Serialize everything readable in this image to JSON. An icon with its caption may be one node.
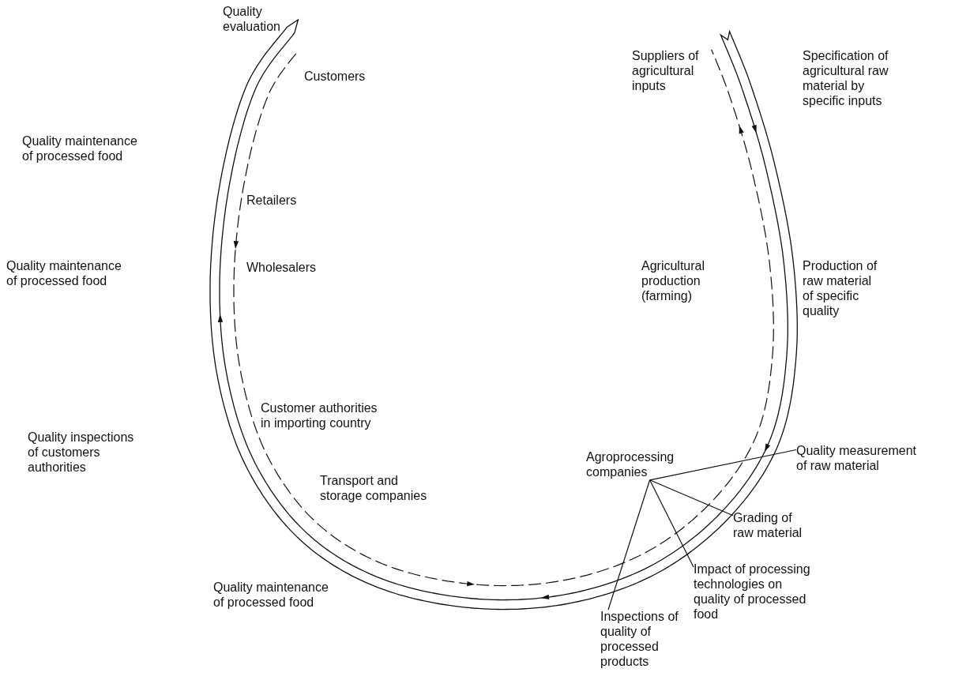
{
  "diagram": {
    "nodes": [
      {
        "text": [
          "Agroprocessing companies"
        ]
      },
      {
        "text": [
          "Quality measurement of raw material"
        ]
      },
      {
        "text": [
          "Grading of raw material"
        ]
      },
      {
        "text": [
          "Impact of processing technologies on quality of processed food"
        ]
      },
      {
        "text": [
          "Inspections of quality of processed products"
        ]
      }
    ],
    "edges": [
      {
        "from": 0,
        "to": 1,
        "arrow": "none"
      },
      {
        "from": 0,
        "to": 2,
        "arrow": "none"
      },
      {
        "from": 0,
        "to": 3,
        "arrow": "none"
      },
      {
        "from": 0,
        "to": 4,
        "arrow": "none"
      }
    ],
    "labels": [
      "Quality evaluation",
      "Customers",
      "Suppliers of agricultural inputs",
      "Specification of agricultural raw material by specific inputs",
      "Quality maintenance of processed food",
      "Retailers",
      "Quality maintenance of processed food",
      "Wholesalers",
      "Agricultural production (farming)",
      "Production of raw material of specific quality",
      "Customer authorities in importing country",
      "Quality inspections of customers authorities",
      "Transport and storage companies",
      "Quality maintenance of processed food"
    ]
  }
}
